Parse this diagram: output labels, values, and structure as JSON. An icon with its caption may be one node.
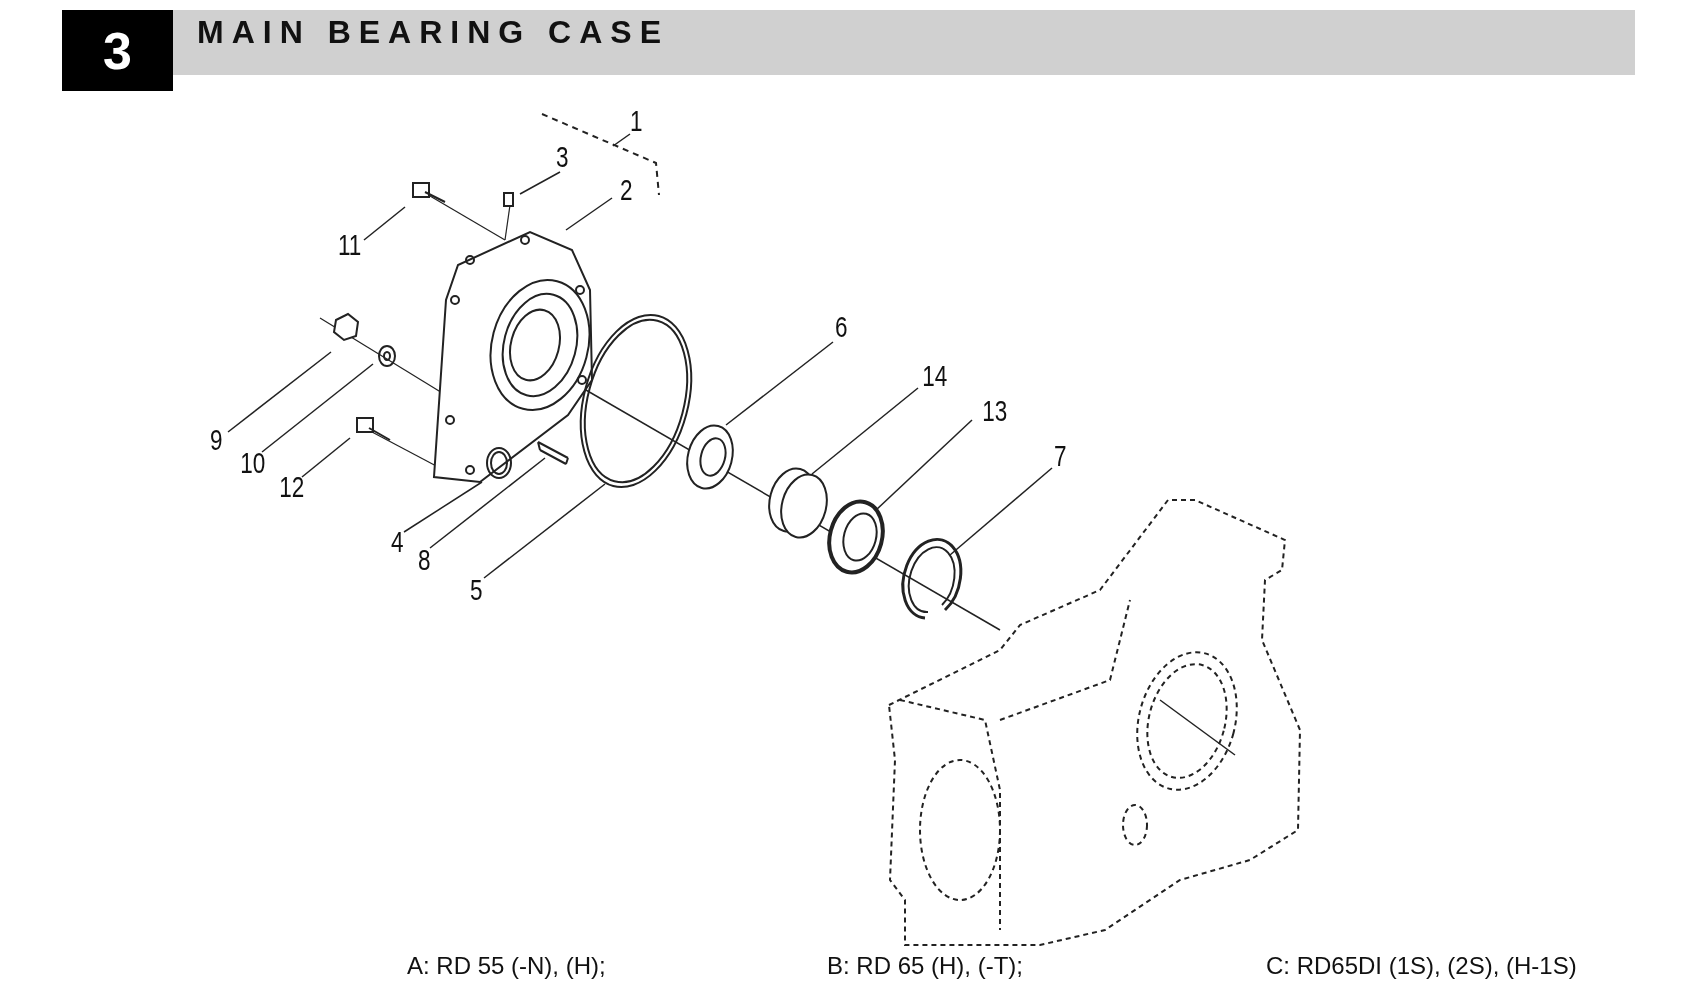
{
  "diagram": {
    "title": "MAIN BEARING CASE",
    "nodes": [
      {
        "text": [
          "1"
        ]
      },
      {
        "text": [
          "3"
        ]
      },
      {
        "text": [
          "2"
        ]
      },
      {
        "text": [
          "11"
        ]
      },
      {
        "text": [
          "6"
        ]
      },
      {
        "text": [
          "14"
        ]
      },
      {
        "text": [
          "13"
        ]
      },
      {
        "text": [
          "9"
        ]
      },
      {
        "text": [
          "10"
        ]
      },
      {
        "text": [
          "12"
        ]
      },
      {
        "text": [
          "7"
        ]
      },
      {
        "text": [
          "4"
        ]
      },
      {
        "text": [
          "8"
        ]
      },
      {
        "text": [
          "5"
        ]
      }
    ],
    "edges": [
      {
        "from": 0,
        "to": null,
        "arrow": "none"
      },
      {
        "from": 1,
        "to": null,
        "arrow": "none"
      },
      {
        "from": 2,
        "to": null,
        "arrow": "none"
      },
      {
        "from": 3,
        "to": null,
        "arrow": "none"
      },
      {
        "from": 4,
        "to": null,
        "arrow": "none"
      },
      {
        "from": 5,
        "to": null,
        "arrow": "none"
      },
      {
        "from": 6,
        "to": null,
        "arrow": "none"
      },
      {
        "from": 7,
        "to": null,
        "arrow": "none"
      },
      {
        "from": 8,
        "to": null,
        "arrow": "none"
      },
      {
        "from": 9,
        "to": null,
        "arrow": "none"
      },
      {
        "from": 10,
        "to": null,
        "arrow": "none"
      },
      {
        "from": 11,
        "to": null,
        "arrow": "none"
      },
      {
        "from": 12,
        "to": null,
        "arrow": "none"
      },
      {
        "from": 13,
        "to": null,
        "arrow": "none"
      }
    ],
    "labels": [
      "3",
      "A: RD 55 (-N), (H);",
      "B: RD 65 (H), (-T);",
      "C: RD65DI (1S), (2S), (H-1S)"
    ]
  }
}
